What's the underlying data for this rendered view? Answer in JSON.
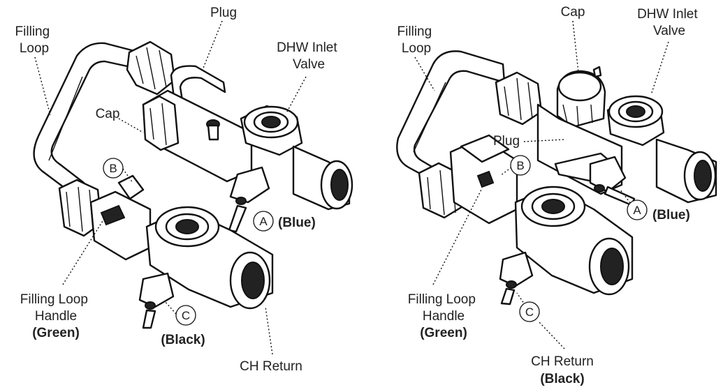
{
  "left": {
    "filling_loop": [
      "Filling",
      "Loop"
    ],
    "plug": "Plug",
    "dhw_inlet": [
      "DHW Inlet",
      "Valve"
    ],
    "cap": "Cap",
    "marker_b": "B",
    "marker_a": "A",
    "blue": "(Blue)",
    "handle": [
      "Filling Loop",
      "Handle"
    ],
    "green": "(Green)",
    "marker_c": "C",
    "black": "(Black)",
    "ch_return": "CH Return"
  },
  "right": {
    "filling_loop": [
      "Filling",
      "Loop"
    ],
    "cap": "Cap",
    "dhw_inlet": [
      "DHW Inlet",
      "Valve"
    ],
    "plug": "Plug",
    "marker_b": "B",
    "marker_a": "A",
    "blue": "(Blue)",
    "handle": [
      "Filling Loop",
      "Handle"
    ],
    "green": "(Green)",
    "marker_c": "C",
    "ch_return": "CH Return",
    "black": "(Black)"
  }
}
